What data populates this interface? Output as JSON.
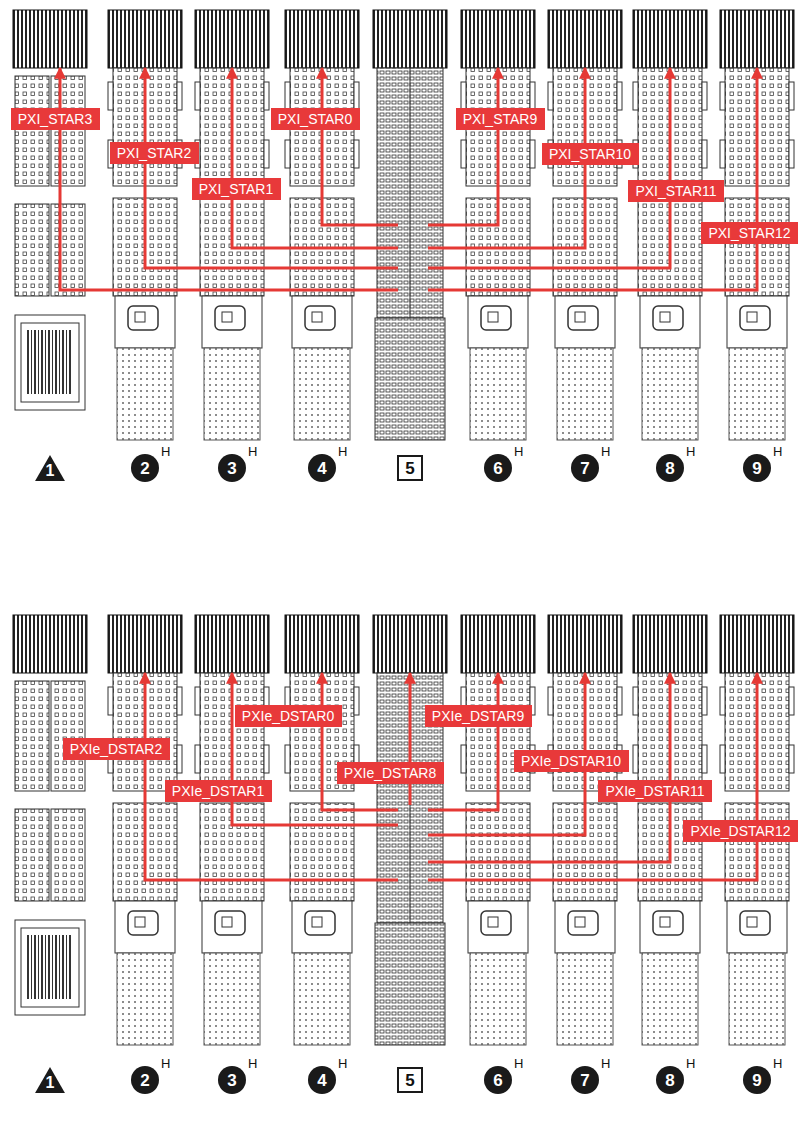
{
  "diagram": {
    "nodes": [
      {
        "text": [
          "PXI_STAR3"
        ]
      },
      {
        "text": [
          "PXI_STAR0"
        ]
      },
      {
        "text": [
          "PXI_STAR9"
        ]
      },
      {
        "text": [
          "PXI_STAR2"
        ]
      },
      {
        "text": [
          "PXI_STAR10"
        ]
      },
      {
        "text": [
          "PXI_STAR1"
        ]
      },
      {
        "text": [
          "PXI_STAR11"
        ]
      },
      {
        "text": [
          "PXI_STAR12"
        ]
      },
      {
        "text": [
          "1"
        ]
      },
      {
        "text": [
          "2",
          "H"
        ]
      },
      {
        "text": [
          "3",
          "H"
        ]
      },
      {
        "text": [
          "4",
          "H"
        ]
      },
      {
        "text": [
          "5"
        ]
      },
      {
        "text": [
          "6",
          "H"
        ]
      },
      {
        "text": [
          "7",
          "H"
        ]
      },
      {
        "text": [
          "8",
          "H"
        ]
      },
      {
        "text": [
          "9",
          "H"
        ]
      },
      {
        "text": [
          "PXIe_DSTAR0"
        ]
      },
      {
        "text": [
          "PXIe_DSTAR9"
        ]
      },
      {
        "text": [
          "PXIe_DSTAR2"
        ]
      },
      {
        "text": [
          "PXIe_DSTAR10"
        ]
      },
      {
        "text": [
          "PXIe_DSTAR8"
        ]
      },
      {
        "text": [
          "PXIe_DSTAR1"
        ]
      },
      {
        "text": [
          "PXIe_DSTAR11"
        ]
      },
      {
        "text": [
          "PXIe_DSTAR12"
        ]
      },
      {
        "text": [
          "1"
        ]
      },
      {
        "text": [
          "2",
          "H"
        ]
      },
      {
        "text": [
          "3",
          "H"
        ]
      },
      {
        "text": [
          "4",
          "H"
        ]
      },
      {
        "text": [
          "5"
        ]
      },
      {
        "text": [
          "6",
          "H"
        ]
      },
      {
        "text": [
          "7",
          "H"
        ]
      },
      {
        "text": [
          "8",
          "H"
        ]
      },
      {
        "text": [
          "9",
          "H"
        ]
      }
    ]
  }
}
